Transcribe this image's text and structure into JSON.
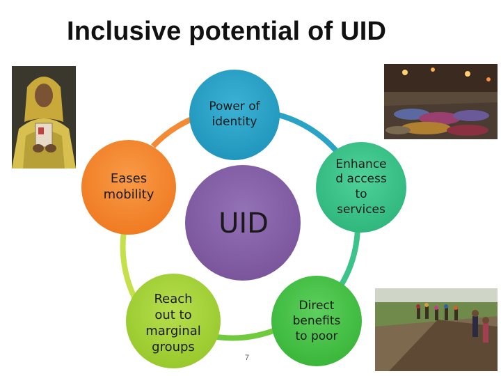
{
  "slide": {
    "title": "Inclusive potential of UID",
    "page_number": "7"
  },
  "diagram": {
    "center": {
      "label": "UID",
      "color": "#8461a6"
    },
    "nodes": [
      {
        "id": "power",
        "label": "Power of\nidentity",
        "color": "#2ba3c7"
      },
      {
        "id": "access",
        "label": "Enhance\nd access\nto\nservices",
        "color": "#3cc38a"
      },
      {
        "id": "direct",
        "label": "Direct\nbenefits\nto poor",
        "color": "#4bc24b"
      },
      {
        "id": "reach",
        "label": "Reach\nout to\nmarginal\ngroups",
        "color": "#a7d43a"
      },
      {
        "id": "mobility",
        "label": "Eases\nmobility",
        "color": "#f58a35"
      }
    ]
  },
  "photos": [
    {
      "id": "woman-portrait",
      "alt": "woman holding identity card"
    },
    {
      "id": "street-sleepers",
      "alt": "people sleeping on street at night"
    },
    {
      "id": "road-workers",
      "alt": "rural workers on road"
    }
  ]
}
